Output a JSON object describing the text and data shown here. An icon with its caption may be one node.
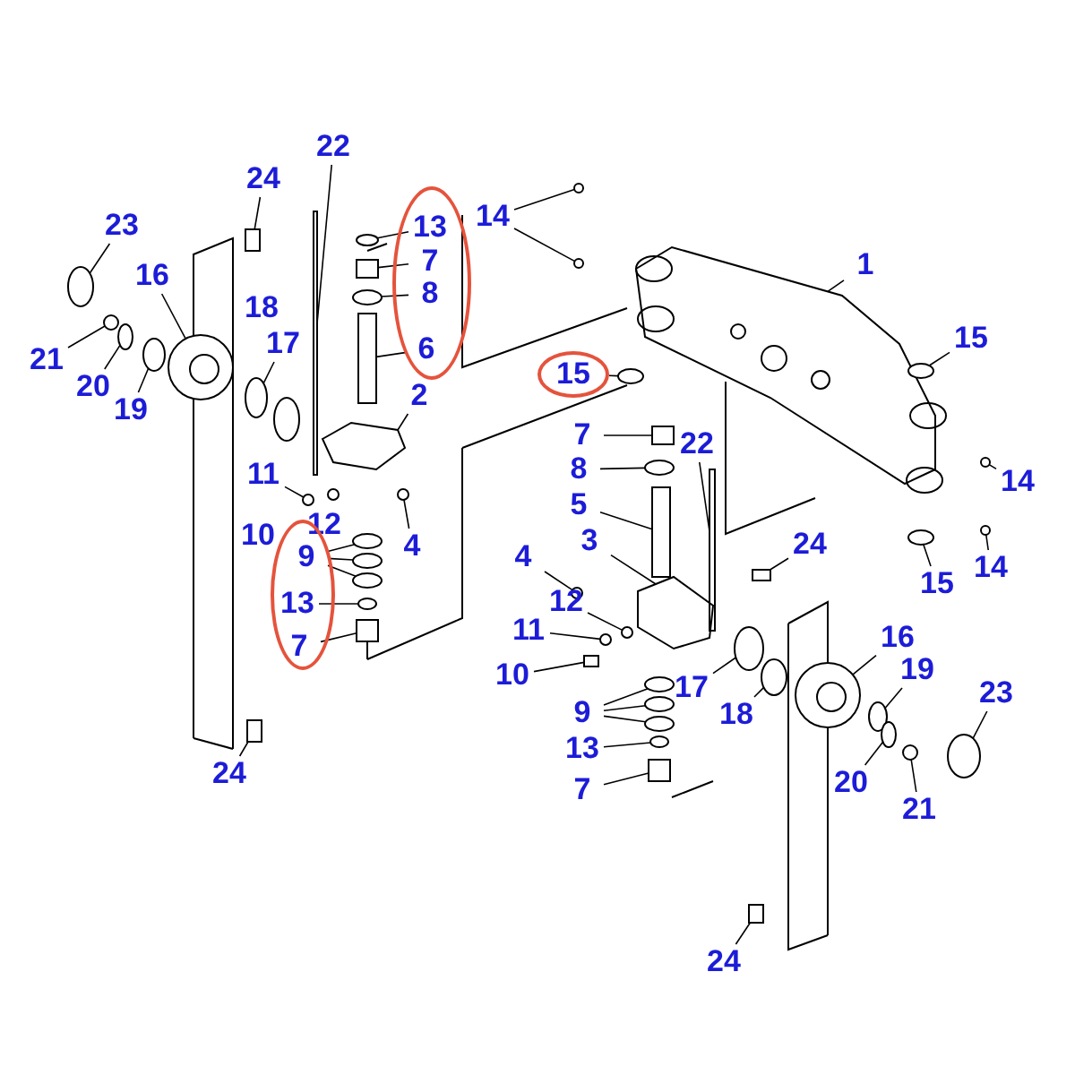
{
  "diagram": {
    "nodes": [
      {
        "text": [
          "22"
        ]
      },
      {
        "text": [
          "24"
        ]
      },
      {
        "text": [
          "23"
        ]
      },
      {
        "text": [
          "16"
        ]
      },
      {
        "text": [
          "18"
        ]
      },
      {
        "text": [
          "17"
        ]
      },
      {
        "text": [
          "21"
        ]
      },
      {
        "text": [
          "20"
        ]
      },
      {
        "text": [
          "19"
        ]
      },
      {
        "text": [],
        "shape": "ellipse"
      },
      {
        "text": [
          "13"
        ],
        "in": 9
      },
      {
        "text": [
          "7"
        ],
        "in": 9
      },
      {
        "text": [
          "8"
        ],
        "in": 9
      },
      {
        "text": [
          "6"
        ],
        "in": 9
      },
      {
        "text": [
          "2"
        ]
      },
      {
        "text": [
          "11"
        ]
      },
      {
        "text": [
          "12"
        ]
      },
      {
        "text": [
          "10"
        ]
      },
      {
        "text": [
          "4"
        ]
      },
      {
        "text": [],
        "shape": "ellipse"
      },
      {
        "text": [
          "9"
        ],
        "in": 19
      },
      {
        "text": [
          "13"
        ],
        "in": 19
      },
      {
        "text": [
          "7"
        ],
        "in": 19
      },
      {
        "text": [
          "24"
        ]
      },
      {
        "text": [
          "14"
        ]
      },
      {
        "text": [
          "1"
        ]
      },
      {
        "text": [
          "15"
        ]
      },
      {
        "text": [
          "15"
        ]
      },
      {
        "text": [
          "7"
        ]
      },
      {
        "text": [
          "22"
        ]
      },
      {
        "text": [
          "8"
        ]
      },
      {
        "text": [
          "5"
        ]
      },
      {
        "text": [
          "3"
        ]
      },
      {
        "text": [
          "4"
        ]
      },
      {
        "text": [
          "12"
        ]
      },
      {
        "text": [
          "11"
        ]
      },
      {
        "text": [
          "10"
        ]
      },
      {
        "text": [
          "9"
        ]
      },
      {
        "text": [
          "17"
        ]
      },
      {
        "text": [
          "18"
        ]
      },
      {
        "text": [
          "24"
        ]
      },
      {
        "text": [
          "16"
        ]
      },
      {
        "text": [
          "19"
        ]
      },
      {
        "text": [
          "20"
        ]
      },
      {
        "text": [
          "21"
        ]
      },
      {
        "text": [
          "23"
        ]
      },
      {
        "text": [
          "13"
        ]
      },
      {
        "text": [
          "7"
        ]
      },
      {
        "text": [
          "24"
        ]
      },
      {
        "text": [
          "14"
        ]
      },
      {
        "text": [
          "15"
        ]
      },
      {
        "text": [
          "14"
        ]
      },
      {
        "text": [],
        "shape": "ellipse"
      },
      {
        "text": [],
        "shape": "circle"
      },
      {
        "text": [],
        "shape": "ellipse"
      },
      {
        "text": [],
        "shape": "circle"
      },
      {
        "text": [],
        "shape": "ellipse"
      },
      {
        "text": [],
        "shape": "ellipse"
      },
      {
        "text": [],
        "shape": "ellipse"
      },
      {
        "text": [],
        "shape": "box"
      },
      {
        "text": [],
        "shape": "ellipse"
      },
      {
        "text": [],
        "shape": "box"
      },
      {
        "text": [],
        "shape": "picture"
      },
      {
        "text": [],
        "shape": "circle"
      },
      {
        "text": [],
        "shape": "circle"
      },
      {
        "text": [],
        "shape": "ellipse"
      },
      {
        "text": [],
        "shape": "ellipse"
      },
      {
        "text": [],
        "shape": "ellipse"
      },
      {
        "text": [],
        "shape": "ellipse"
      },
      {
        "text": [],
        "shape": "box"
      },
      {
        "text": [],
        "shape": "box"
      },
      {
        "text": [],
        "shape": "circle"
      },
      {
        "text": [],
        "shape": "circle"
      },
      {
        "text": [],
        "shape": "picture"
      },
      {
        "text": [],
        "shape": "ellipse"
      },
      {
        "text": [],
        "shape": "ellipse"
      },
      {
        "text": [],
        "shape": "box"
      },
      {
        "text": [],
        "shape": "box"
      },
      {
        "text": [],
        "shape": "ellipse"
      },
      {
        "text": [],
        "shape": "box"
      },
      {
        "text": [],
        "shape": "picture"
      },
      {
        "text": [],
        "shape": "circle"
      },
      {
        "text": [],
        "shape": "circle"
      },
      {
        "text": [],
        "shape": "circle"
      },
      {
        "text": [],
        "shape": "box"
      },
      {
        "text": [],
        "shape": "ellipse"
      },
      {
        "text": [],
        "shape": "ellipse"
      },
      {
        "text": [],
        "shape": "ellipse"
      },
      {
        "text": [],
        "shape": "ellipse"
      },
      {
        "text": [],
        "shape": "ellipse"
      },
      {
        "text": [],
        "shape": "box"
      },
      {
        "text": [],
        "shape": "circle"
      },
      {
        "text": [],
        "shape": "ellipse"
      },
      {
        "text": [],
        "shape": "ellipse"
      },
      {
        "text": [],
        "shape": "circle"
      },
      {
        "text": [],
        "shape": "ellipse"
      },
      {
        "text": [],
        "shape": "ellipse"
      },
      {
        "text": [],
        "shape": "box"
      },
      {
        "text": [],
        "shape": "box"
      },
      {
        "text": [],
        "shape": "circle"
      },
      {
        "text": [],
        "shape": "ellipse"
      },
      {
        "text": [],
        "shape": "circle"
      },
      {
        "text": [],
        "shape": "box"
      },
      {
        "text": [],
        "shape": "box"
      }
    ],
    "edges": [
      {
        "from": 0,
        "to": 102,
        "arrow": "none"
      },
      {
        "from": 1,
        "to": 103,
        "arrow": "none"
      },
      {
        "from": 2,
        "to": 52,
        "arrow": "none"
      },
      {
        "from": 3,
        "to": 53,
        "arrow": "none"
      },
      {
        "from": 5,
        "to": 54,
        "arrow": "none"
      },
      {
        "from": 6,
        "to": 55,
        "arrow": "none"
      },
      {
        "from": 7,
        "to": 56,
        "arrow": "none"
      },
      {
        "from": 8,
        "to": 57,
        "arrow": "none"
      },
      {
        "from": 10,
        "to": 58,
        "arrow": "none"
      },
      {
        "from": 11,
        "to": 59,
        "arrow": "none"
      },
      {
        "from": 12,
        "to": 60,
        "arrow": "none"
      },
      {
        "from": 13,
        "to": 61,
        "arrow": "none"
      },
      {
        "from": 14,
        "to": 62,
        "arrow": "none"
      },
      {
        "from": 15,
        "to": 63,
        "arrow": "none"
      },
      {
        "from": 18,
        "to": 64,
        "arrow": "none"
      },
      {
        "from": 20,
        "to": 65,
        "arrow": "none"
      },
      {
        "from": 20,
        "to": 66,
        "arrow": "none"
      },
      {
        "from": 20,
        "to": 67,
        "arrow": "none"
      },
      {
        "from": 21,
        "to": 68,
        "arrow": "none"
      },
      {
        "from": 22,
        "to": 69,
        "arrow": "none"
      },
      {
        "from": 23,
        "to": 70,
        "arrow": "none"
      },
      {
        "from": 24,
        "to": 71,
        "arrow": "none"
      },
      {
        "from": 24,
        "to": 72,
        "arrow": "none"
      },
      {
        "from": 25,
        "to": 73,
        "arrow": "none"
      },
      {
        "from": 26,
        "to": 74,
        "arrow": "none"
      },
      {
        "from": 27,
        "to": 75,
        "arrow": "none"
      },
      {
        "from": 28,
        "to": 76,
        "arrow": "none"
      },
      {
        "from": 29,
        "to": 77,
        "arrow": "none"
      },
      {
        "from": 30,
        "to": 78,
        "arrow": "none"
      },
      {
        "from": 31,
        "to": 79,
        "arrow": "none"
      },
      {
        "from": 32,
        "to": 80,
        "arrow": "none"
      },
      {
        "from": 33,
        "to": 81,
        "arrow": "none"
      },
      {
        "from": 34,
        "to": 82,
        "arrow": "none"
      },
      {
        "from": 35,
        "to": 83,
        "arrow": "none"
      },
      {
        "from": 36,
        "to": 84,
        "arrow": "none"
      },
      {
        "from": 37,
        "to": 85,
        "arrow": "none"
      },
      {
        "from": 37,
        "to": 86,
        "arrow": "none"
      },
      {
        "from": 37,
        "to": 87,
        "arrow": "none"
      },
      {
        "from": 38,
        "to": 88,
        "arrow": "none"
      },
      {
        "from": 39,
        "to": 89,
        "arrow": "none"
      },
      {
        "from": 40,
        "to": 90,
        "arrow": "none"
      },
      {
        "from": 41,
        "to": 91,
        "arrow": "none"
      },
      {
        "from": 42,
        "to": 92,
        "arrow": "none"
      },
      {
        "from": 43,
        "to": 93,
        "arrow": "none"
      },
      {
        "from": 44,
        "to": 94,
        "arrow": "none"
      },
      {
        "from": 45,
        "to": 95,
        "arrow": "none"
      },
      {
        "from": 46,
        "to": 96,
        "arrow": "none"
      },
      {
        "from": 47,
        "to": 97,
        "arrow": "none"
      },
      {
        "from": 48,
        "to": 98,
        "arrow": "none"
      },
      {
        "from": 49,
        "to": 99,
        "arrow": "none"
      },
      {
        "from": 50,
        "to": 100,
        "arrow": "none"
      },
      {
        "from": 51,
        "to": 101,
        "arrow": "none"
      }
    ]
  }
}
